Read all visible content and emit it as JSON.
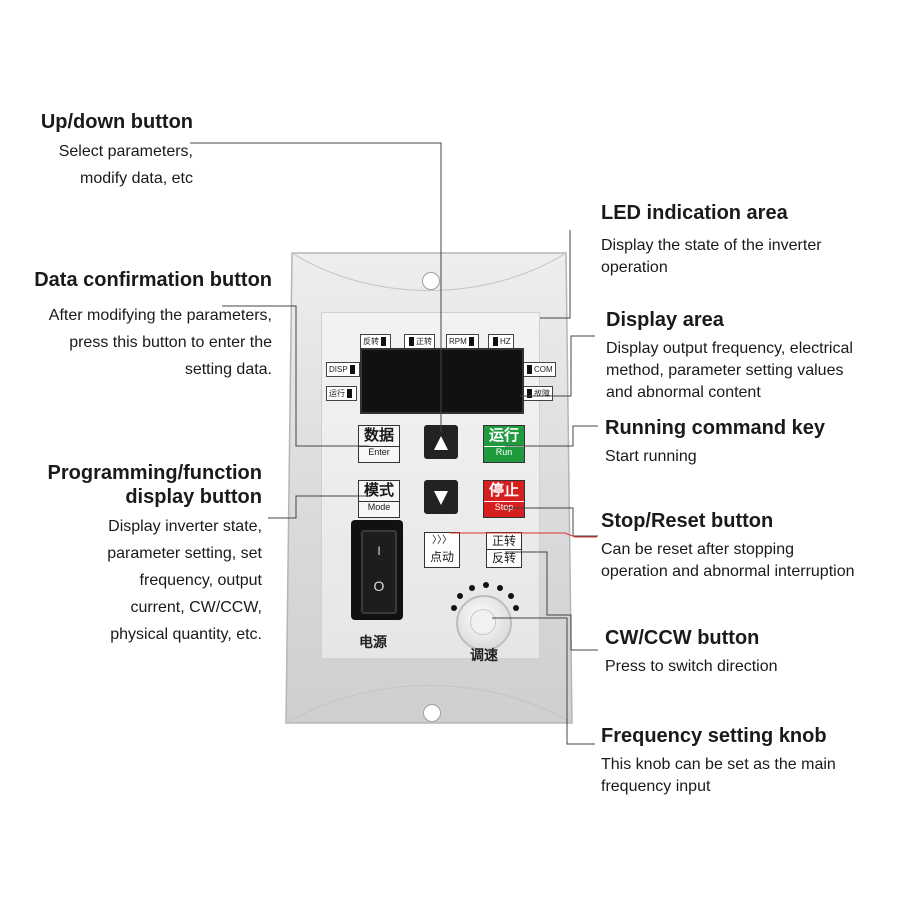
{
  "callouts": {
    "updown": {
      "title": "Up/down button",
      "desc": [
        "Select parameters,",
        "modify data, etc"
      ]
    },
    "data_confirm": {
      "title": "Data confirmation button",
      "desc": [
        "After modifying the parameters,",
        "press this button to enter the",
        "setting data."
      ]
    },
    "programming": {
      "title_lines": [
        "Programming/function",
        "display button"
      ],
      "desc": [
        "Display inverter state,",
        "parameter setting, set",
        "frequency, output",
        "current, CW/CCW,",
        "physical quantity, etc."
      ]
    },
    "led_area": {
      "title": "LED indication area",
      "desc": [
        "Display the state of the inverter",
        "operation"
      ]
    },
    "display_area": {
      "title": "Display area",
      "desc": [
        "Display output frequency, electrical",
        "method, parameter setting values",
        "and abnormal content"
      ]
    },
    "running_key": {
      "title": "Running command key",
      "desc": [
        "Start running"
      ]
    },
    "stop_reset": {
      "title": "Stop/Reset button",
      "desc": [
        "Can be reset after stopping",
        "operation and abnormal interruption"
      ]
    },
    "cw_ccw": {
      "title": "CW/CCW button",
      "desc": [
        "Press to switch direction"
      ]
    },
    "freq_knob": {
      "title": "Frequency setting knob",
      "desc": [
        "This knob can be set as the main",
        "frequency input"
      ]
    }
  },
  "panel": {
    "led_tags": [
      "反转",
      "正转",
      "RPM",
      "HZ"
    ],
    "side_tags_left": [
      "DISP",
      "运行"
    ],
    "side_tags_right": [
      "COM",
      "故障"
    ],
    "keys": {
      "enter": {
        "cn": "数据",
        "en": "Enter"
      },
      "mode": {
        "cn": "模式",
        "en": "Mode"
      },
      "run": {
        "cn": "运行",
        "en": "Run"
      },
      "stop": {
        "cn": "停止",
        "en": "Stop"
      },
      "jog": {
        "symbol": "〉〉〉",
        "cn": "点动"
      },
      "direction": {
        "top": "正转",
        "bottom": "反转"
      }
    },
    "power_label": "电源",
    "speed_label": "调速",
    "switch_marks": [
      "I",
      "O"
    ]
  },
  "colors": {
    "run_key": "#1f9a3f",
    "stop_key": "#d62020",
    "stop_leader": "#e03030",
    "leader": "#444444"
  }
}
